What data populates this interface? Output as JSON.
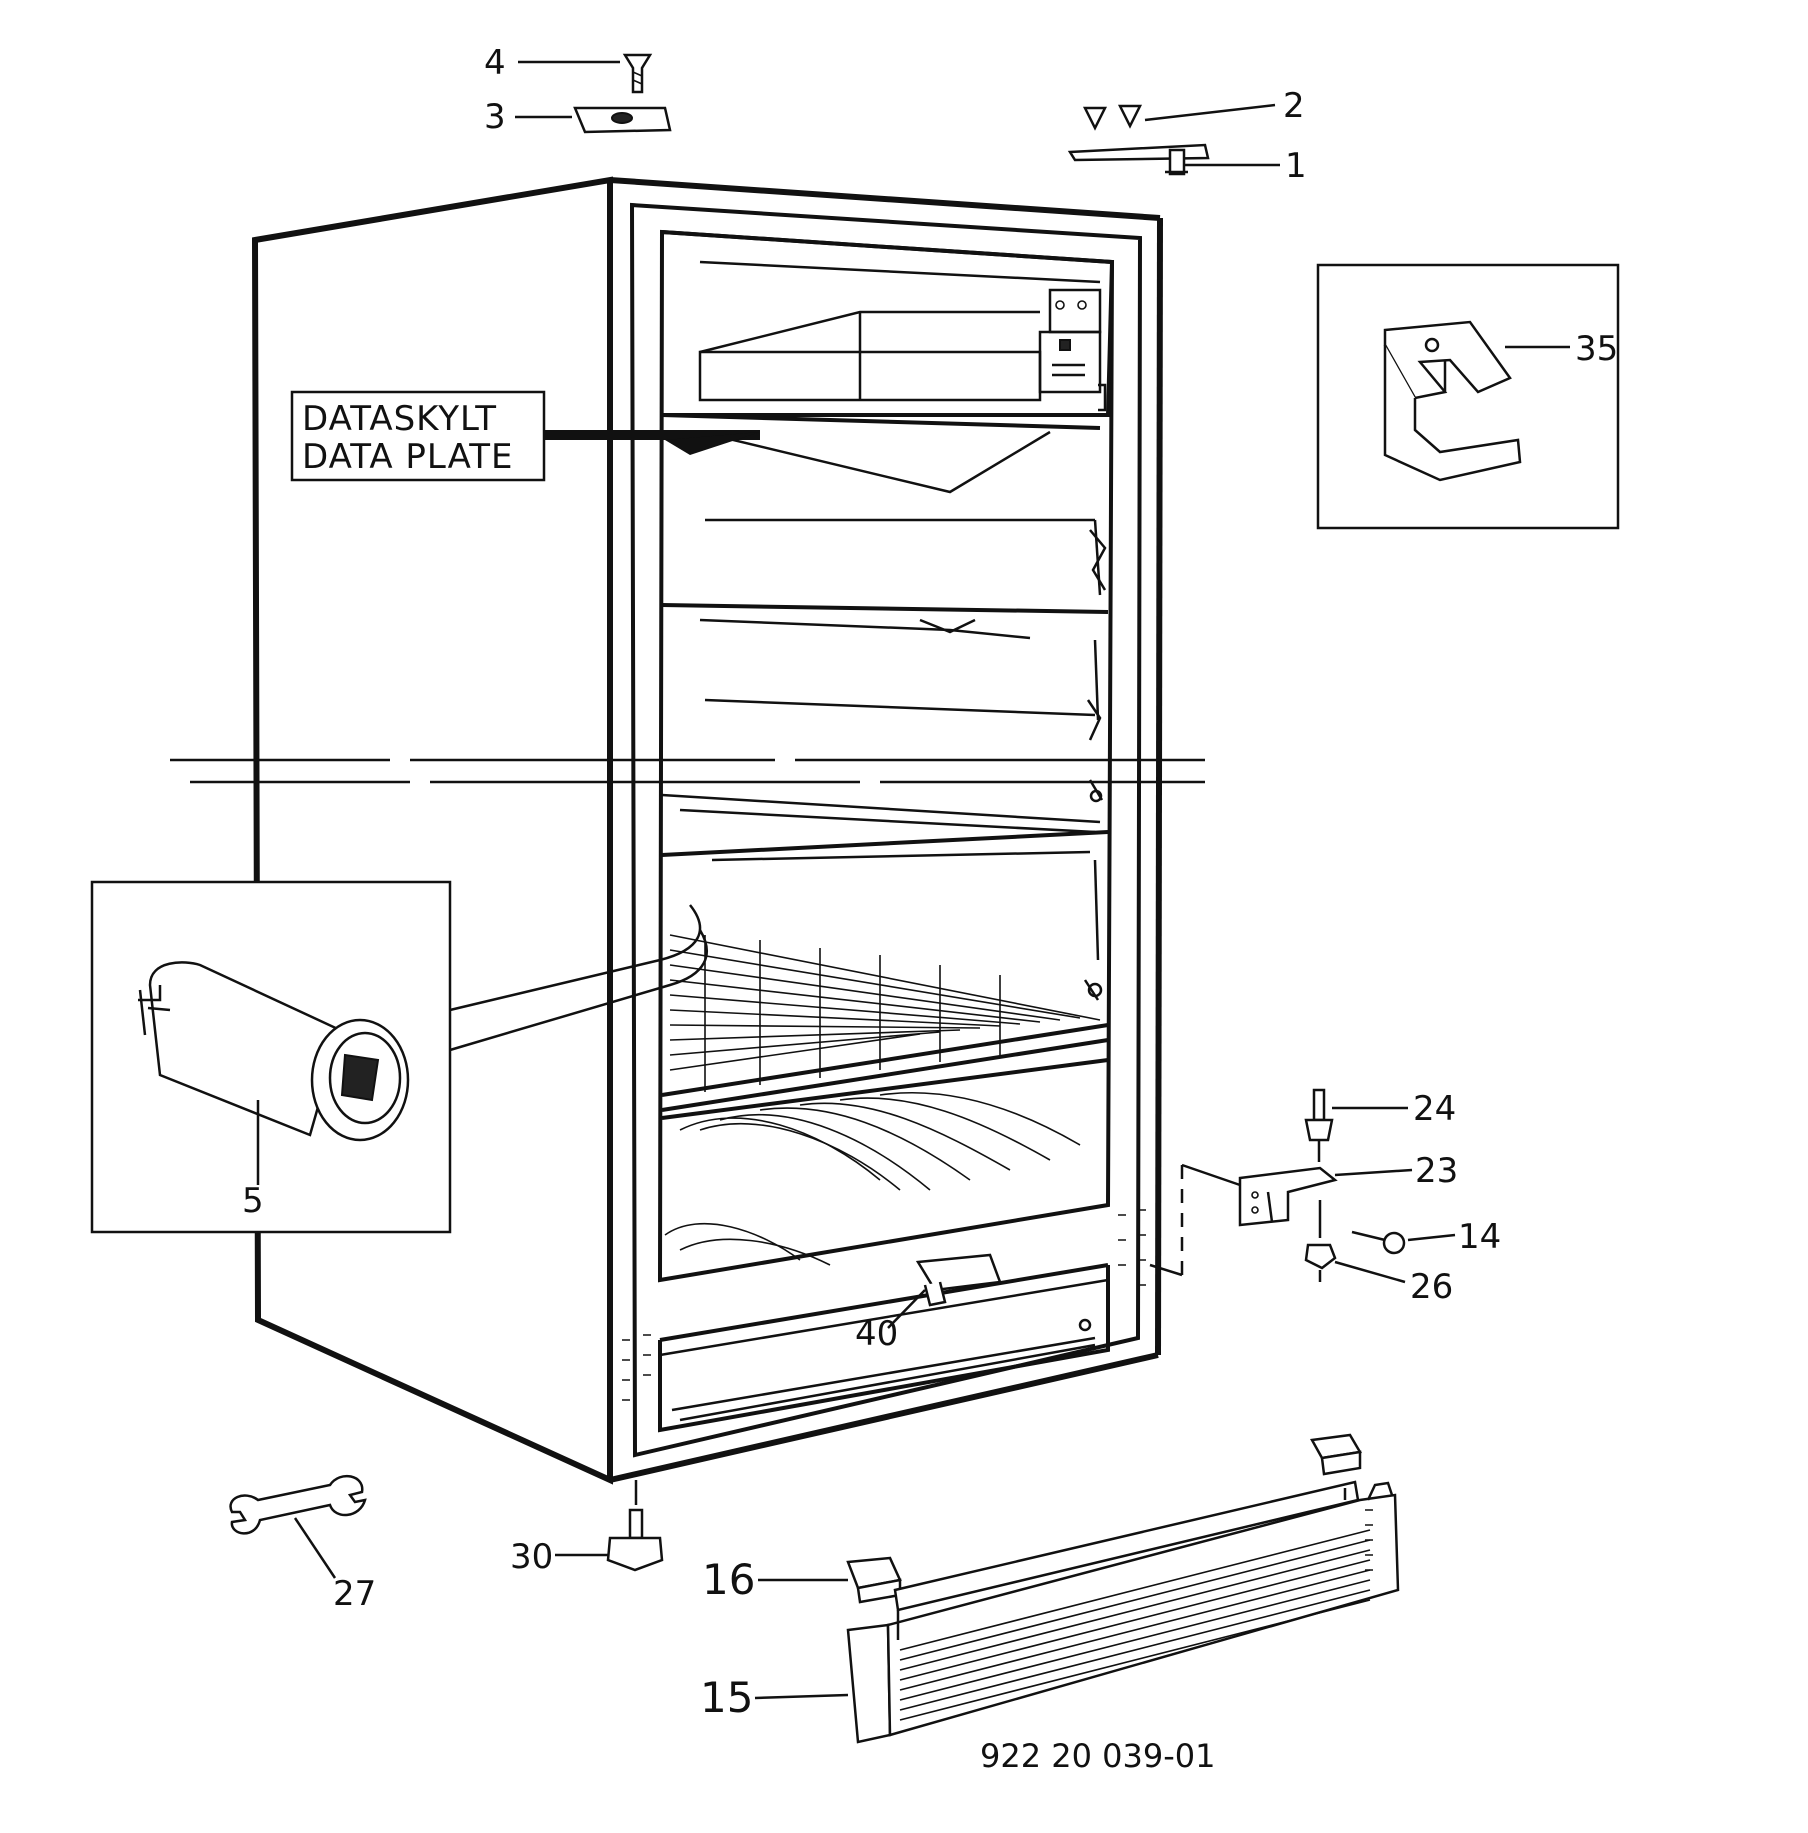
{
  "data_plate": {
    "line1": "DATASKYLT",
    "line2": "DATA PLATE"
  },
  "callouts": {
    "c1": "1",
    "c2": "2",
    "c3": "3",
    "c4": "4",
    "c5": "5",
    "c14": "14",
    "c15": "15",
    "c16": "16",
    "c23": "23",
    "c24": "24",
    "c26": "26",
    "c27": "27",
    "c30": "30",
    "c35": "35",
    "c40": "40"
  },
  "document_number": "922 20 039-01"
}
